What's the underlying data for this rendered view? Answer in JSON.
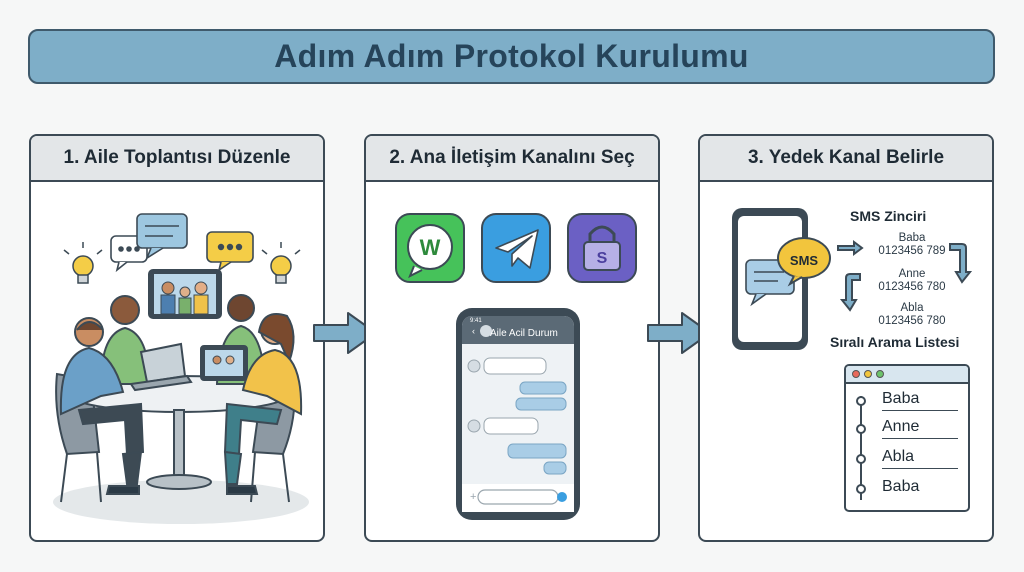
{
  "title": "Adım Adım Protokol Kurulumu",
  "steps": [
    {
      "title": "1. Aile Toplantısı Düzenle"
    },
    {
      "title": "2. Ana İletişim Kanalını Seç",
      "app_icons": [
        "whatsapp-icon",
        "telegram-icon",
        "signal-lock-icon"
      ],
      "chat_title": "Aile Acil Durum",
      "status_time": "9:41"
    },
    {
      "title": "3. Yedek Kanal Belirle",
      "sms_badge": "SMS",
      "sms_chain_title": "SMS Zinciri",
      "sms_chain": [
        {
          "name": "Baba",
          "phone": "0123456 789"
        },
        {
          "name": "Anne",
          "phone": "0123456 780"
        },
        {
          "name": "Abla",
          "phone": "0123456 780"
        }
      ],
      "call_list_title": "Sıralı Arama Listesi",
      "call_list": [
        "Baba",
        "Anne",
        "Abla",
        "Baba"
      ]
    }
  ],
  "colors": {
    "banner": "#7eaec8",
    "panel_header": "#e3e6e8",
    "arrow": "#7eaec8",
    "whatsapp": "#46c25a",
    "telegram": "#3a9ee0",
    "signal": "#6b60c4",
    "sms": "#f2c53d"
  }
}
